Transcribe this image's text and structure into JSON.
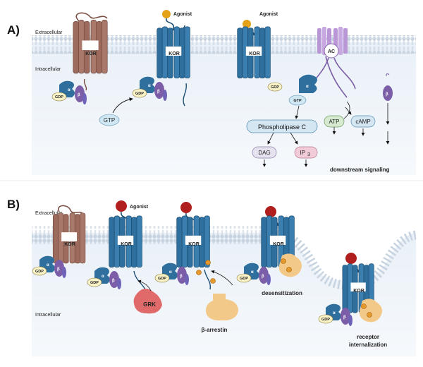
{
  "panels": [
    {
      "label": "A)",
      "extracellular": "Extracellular",
      "intracellular": "Intracellular"
    },
    {
      "label": "B)",
      "extracellular": "Extracellular",
      "intracellular": "Intracellular"
    }
  ],
  "receptor_label": "KOR",
  "agonist_label": "Agonist",
  "g_protein": {
    "alpha": "α",
    "beta": "β",
    "gamma": "γ",
    "gdp": "GDP",
    "gtp": "GTP"
  },
  "adenylyl_cyclase": "AC",
  "phospholipase": "Phospholipase C",
  "second_messengers": {
    "dag": "DAG",
    "ip3": "IP",
    "ip3_sub": "3",
    "atp": "ATP",
    "camp": "cAMP"
  },
  "downstream": "downstream signaling",
  "grk": "GRK",
  "arrestin": "β-arrestin",
  "desensitization": "desensitization",
  "receptor_internalization": [
    "receptor",
    "internalization"
  ],
  "colors": {
    "kor_inactive": "#9c6b5e",
    "kor_active": "#2f6f9d",
    "alpha": "#2f6f9d",
    "beta": "#7b5ea7",
    "gamma": "#6f63b8",
    "gdp": "#fbf3c8",
    "gtp": "#cfe6f3",
    "ac": "#b996d6",
    "agonist_a": "#e4a21a",
    "agonist_b": "#b01e1e",
    "grk": "#e06a6a",
    "arrestin": "#f3c98a",
    "ip3": "#f2cbd8",
    "dag": "#e6e2ef",
    "atp": "#d6ead0",
    "camp": "#d5e6f3",
    "plc": "#d5e6f3",
    "membrane": "#cdd9e6"
  }
}
